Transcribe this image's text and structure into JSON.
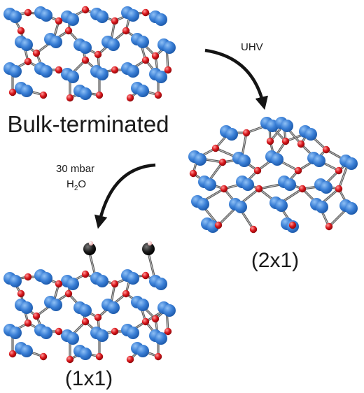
{
  "panels": {
    "bulk": {
      "label": "Bulk-terminated"
    },
    "reconstructed": {
      "label": "(2x1)"
    },
    "hydrated": {
      "label": "(1x1)"
    }
  },
  "arrows": {
    "uhv": {
      "label": "UHV"
    },
    "water": {
      "label_line1": "30 mbar",
      "label_line2_main": "H",
      "label_line2_sub": "2",
      "label_line2_end": "O"
    }
  },
  "colors": {
    "cation": "#3a7fd6",
    "cation_highlight": "#8fc0f5",
    "oxygen": "#d8151a",
    "oxygen_highlight": "#ff9a9a",
    "hydrogen": "#e8b0b0",
    "adsorbate": "#1a1a1a",
    "bond": "#5a5a5a",
    "arrow": "#141414"
  }
}
